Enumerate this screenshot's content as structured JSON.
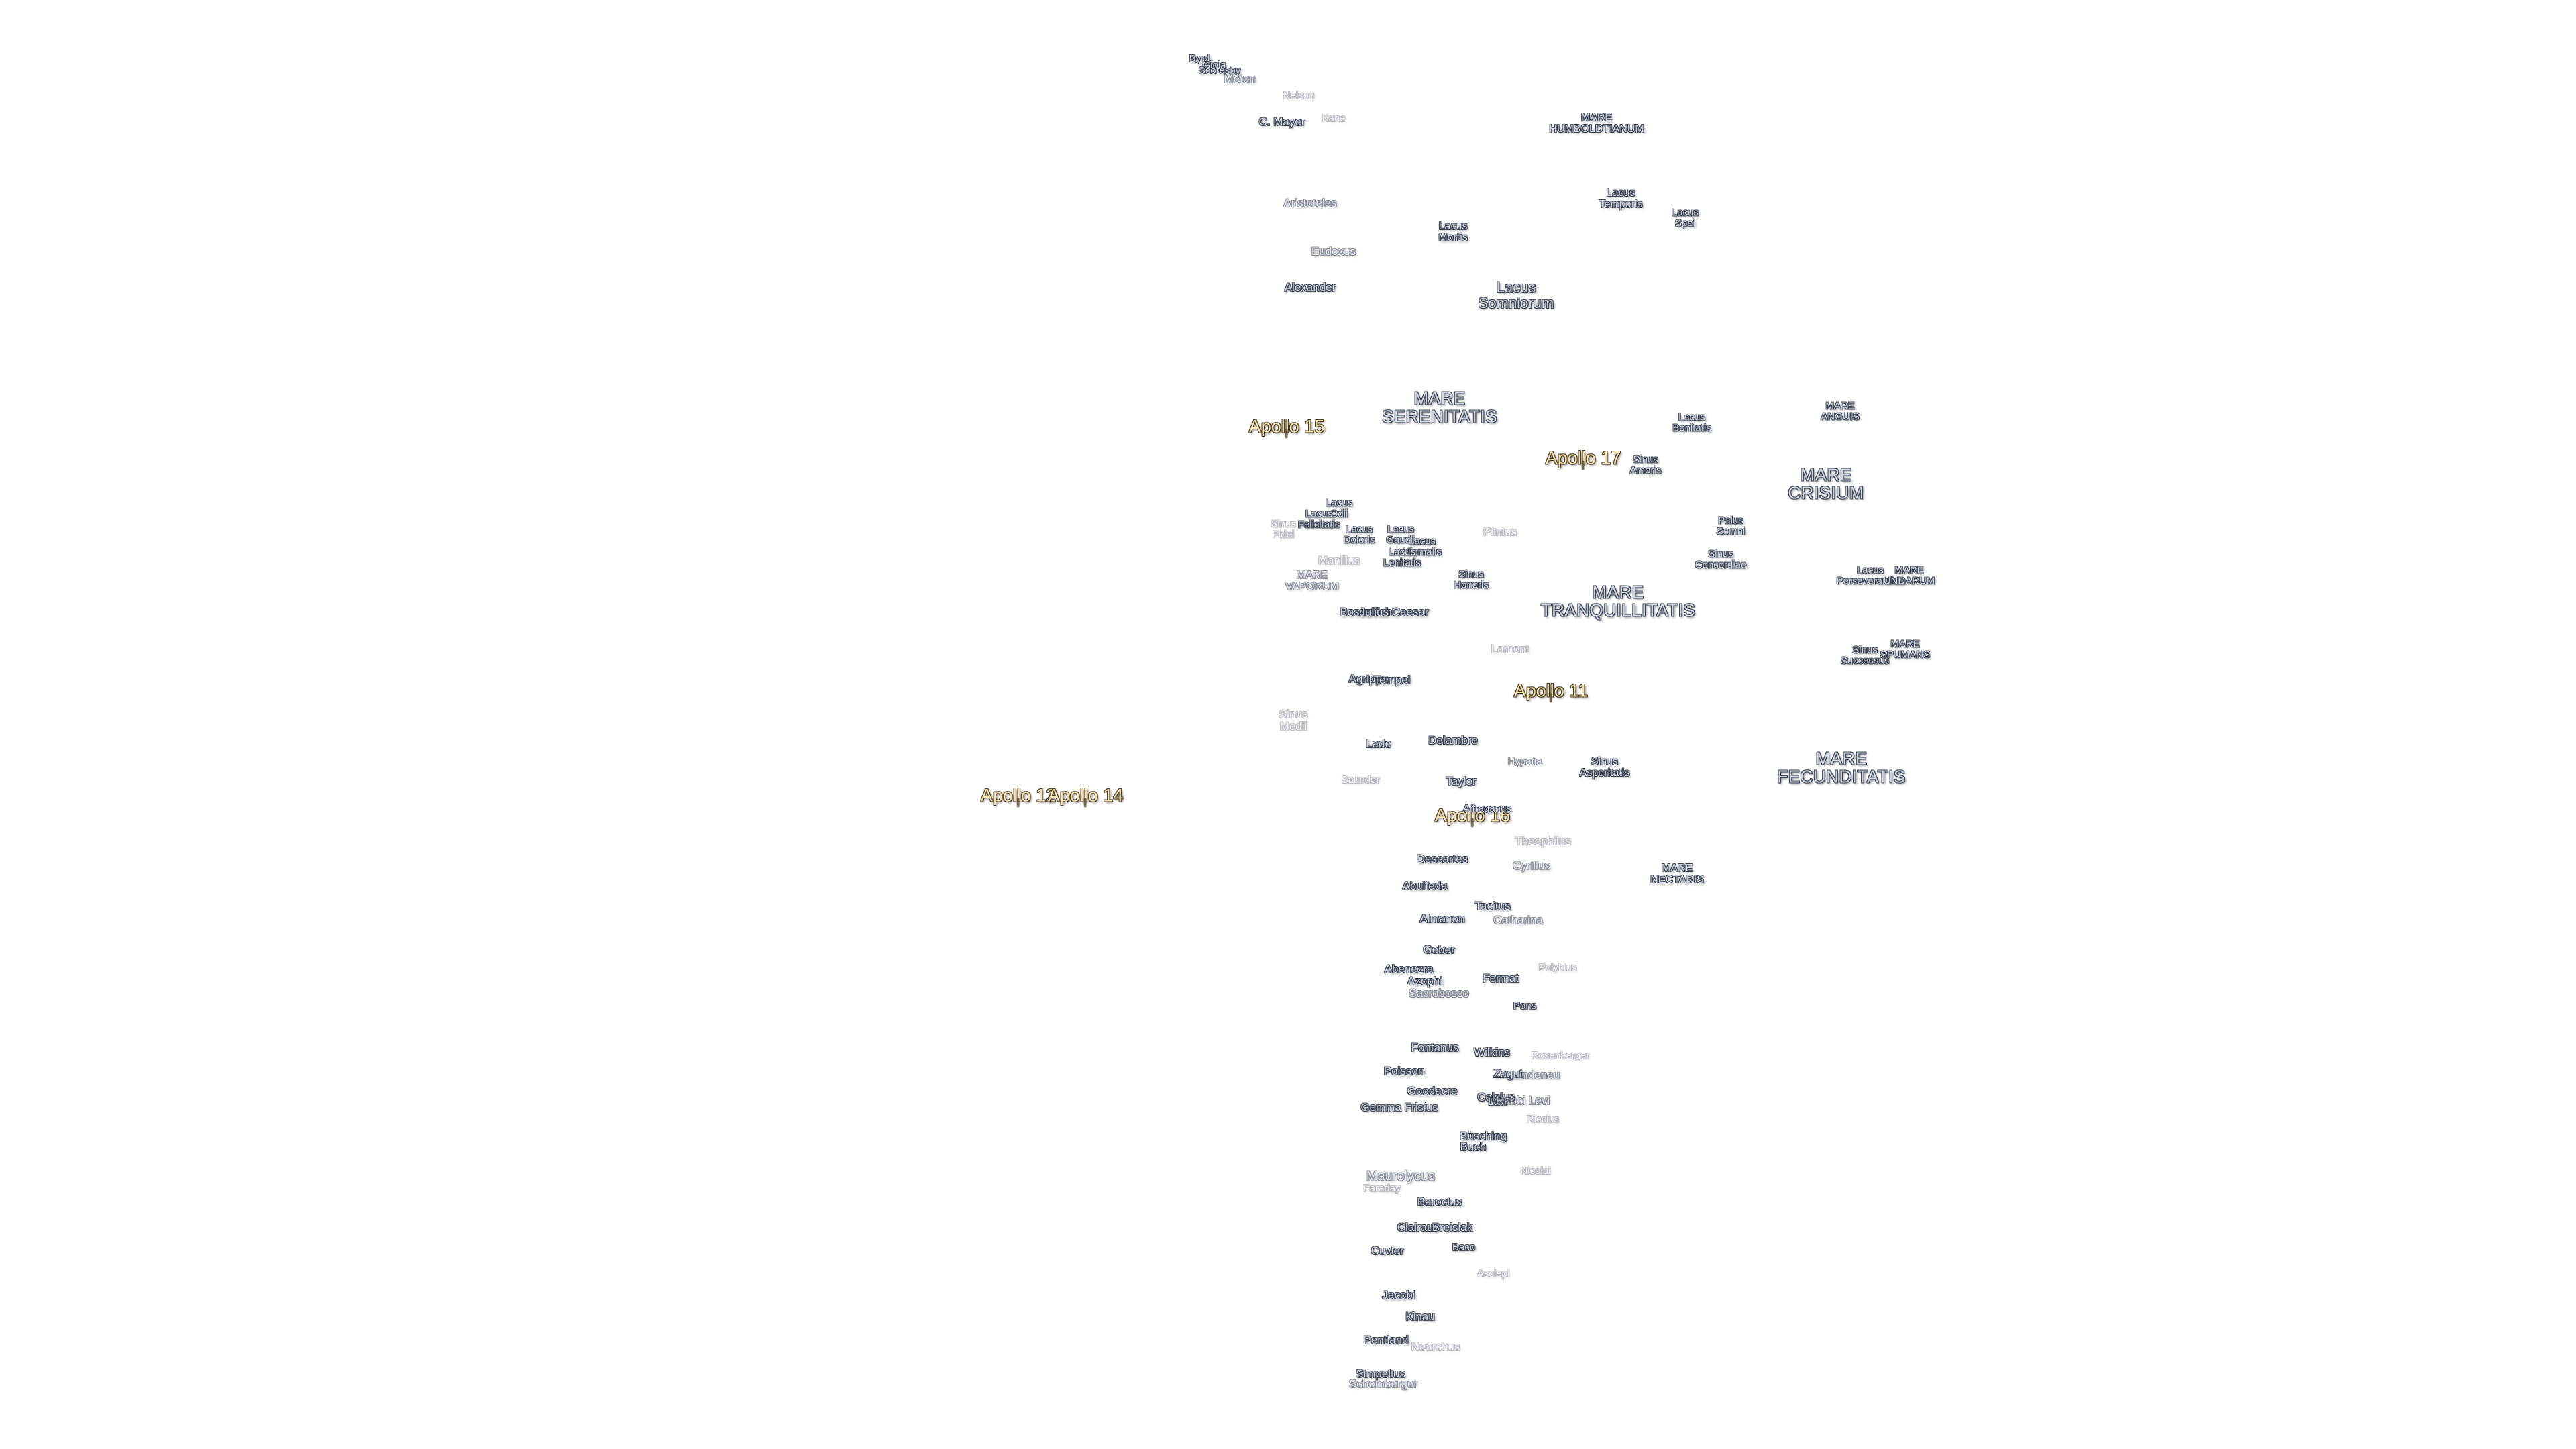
{
  "landing_sites": [
    "Apollo 15",
    "Apollo 17",
    "Apollo 11",
    "Apollo 12",
    "Apollo 14",
    "Apollo 16"
  ],
  "features": [
    "Byrd",
    "Gioja",
    "Scoresby",
    "Meton",
    "Nelson",
    "C. Mayer",
    "Kane",
    "MARE\nHUMBOLDTIANUM",
    "Aristoteles",
    "Lacus\nTemporis",
    "Lacus\nSpei",
    "Lacus\nMortis",
    "Eudoxus",
    "Lacus\nSomniorum",
    "Alexander",
    "MARE\nSERENITATIS",
    "Lacus\nBonitatis",
    "MARE\nANGUIS",
    "Sinus\nAmoris",
    "MARE\nCRISIUM",
    "Lacus\nOdii",
    "Lacus\nFelicitatis",
    "Lacus\nDoloris",
    "Lacus\nGaudii",
    "Lacus\nHiemalis",
    "Lacus\nLenitatis",
    "Sinus\nFidei",
    "Plinius",
    "Palus\nSomni",
    "Manilius",
    "Sinus\nHonoris",
    "Sinus\nConcordiae",
    "MARE\nVAPORUM",
    "MARE\nTRANQUILLITATIS",
    "Lacus\nPerseverantiae",
    "MARE\nUNDARUM",
    "Boscovich",
    "Julius Caesar",
    "Lamont",
    "MARE\nSPUMANS",
    "Sinus\nSuccessus",
    "Agrippa",
    "Tempel",
    "Sinus\nMedii",
    "Lade",
    "Delambre",
    "Hypatia",
    "Sinus\nAsperitatis",
    "MARE\nFECUNDITATIS",
    "Saunder",
    "Taylor",
    "Alfraganus",
    "Theophilus",
    "Descartes",
    "Cyrillus",
    "MARE\nNECTARIS",
    "Abulfeda",
    "Tacitus",
    "Almanon",
    "Catharina",
    "Geber",
    "Polybius",
    "Abenezra",
    "Azophi",
    "Fermat",
    "Sacrobosco",
    "Pons",
    "Fontanus",
    "Wilkins",
    "Rosenberger",
    "Poisson",
    "Zagut",
    "Lindenau",
    "Goodacre",
    "Gemma Frisius",
    "Celsius",
    "Lavi",
    "Rabbi Levi",
    "Riccius",
    "Büsching",
    "Buch",
    "Maurolycus",
    "Nicolai",
    "Faraday",
    "Barocius",
    "Clairaut",
    "Breislak",
    "Baco",
    "Cuvier",
    "Asclepi",
    "Jacobi",
    "Kinau",
    "Pentland",
    "Nearchus",
    "Simpelius",
    "Schomberger"
  ]
}
